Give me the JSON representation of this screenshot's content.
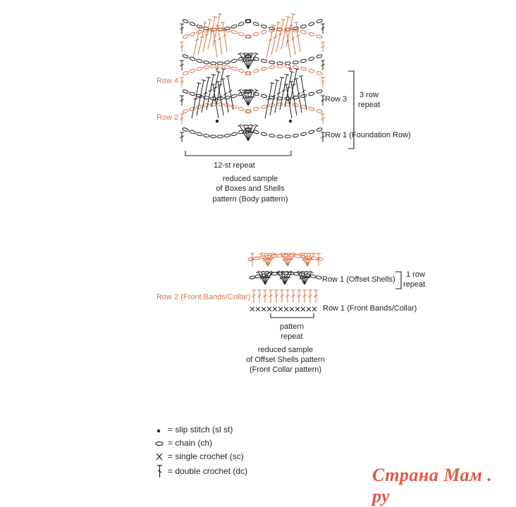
{
  "colors": {
    "ink": "#231f20",
    "accent": "#d9764a",
    "watermark": "#e05a4a"
  },
  "chart1": {
    "row_labels_left": {
      "row4": "Row 4",
      "row2": "Row 2"
    },
    "row_labels_right": {
      "row3": "Row 3",
      "row1": "Row 1 (Foundation Row)"
    },
    "repeat_bracket": {
      "line1": "3 row",
      "line2": "repeat"
    },
    "st_repeat": "12-st repeat",
    "caption": [
      "reduced sample",
      "of Boxes and Shells",
      "pattern (Body pattern)"
    ]
  },
  "chart2": {
    "row_labels_left": {
      "row2": "Row 2 (Front Bands/Collar)"
    },
    "row_labels_right": {
      "row1_shells": "Row 1 (Offset Shells)",
      "row1_bands": "Row 1 (Front Bands/Collar)"
    },
    "repeat_bracket": {
      "line1": "1 row",
      "line2": "repeat"
    },
    "pattern_repeat": [
      "pattern",
      "repeat"
    ],
    "caption": [
      "reduced sample",
      "of Offset Shells pattern",
      "(Front Collar pattern)"
    ]
  },
  "legend": [
    {
      "icon": "slip-stitch-icon",
      "text": "= slip stitch (sl st)"
    },
    {
      "icon": "chain-icon",
      "text": "= chain (ch)"
    },
    {
      "icon": "single-crochet-icon",
      "text": "= single crochet (sc)"
    },
    {
      "icon": "double-crochet-icon",
      "text": "= double crochet (dc)"
    }
  ],
  "watermark": "Страна Мам . ру"
}
